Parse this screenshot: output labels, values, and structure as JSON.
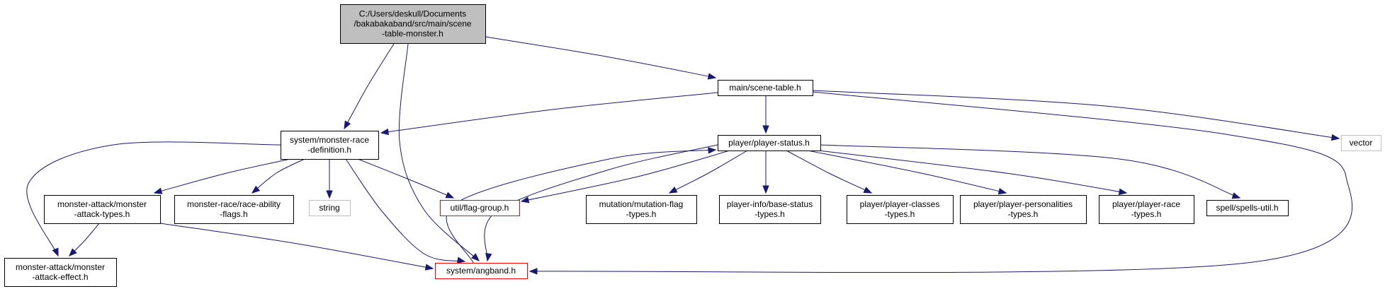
{
  "colors": {
    "edge": "#191970",
    "root_fill": "#bfbfbf",
    "normal_border": "#000000",
    "truncated_border": "#ff0000",
    "external_border": "#bfbfbf",
    "box_fill": "#ffffff"
  },
  "nodes": [
    {
      "id": "root",
      "kind": "root",
      "lines": [
        "C:/Users/deskull/Documents",
        "/bakabakaband/src/main/scene",
        "-table-monster.h"
      ]
    },
    {
      "id": "scene_table",
      "kind": "normal",
      "lines": [
        "main/scene-table.h"
      ]
    },
    {
      "id": "mon_race_def",
      "kind": "normal",
      "lines": [
        "system/monster-race",
        "-definition.h"
      ]
    },
    {
      "id": "player_status",
      "kind": "normal",
      "lines": [
        "player/player-status.h"
      ]
    },
    {
      "id": "vector",
      "kind": "external",
      "lines": [
        "vector"
      ]
    },
    {
      "id": "mon_attack_types",
      "kind": "normal",
      "lines": [
        "monster-attack/monster",
        "-attack-types.h"
      ]
    },
    {
      "id": "race_ability_flags",
      "kind": "normal",
      "lines": [
        "monster-race/race-ability",
        "-flags.h"
      ]
    },
    {
      "id": "string",
      "kind": "external",
      "lines": [
        "string"
      ]
    },
    {
      "id": "flag_group",
      "kind": "truncated",
      "lines": [
        "util/flag-group.h"
      ]
    },
    {
      "id": "mutation_flag_types",
      "kind": "normal",
      "lines": [
        "mutation/mutation-flag",
        "-types.h"
      ]
    },
    {
      "id": "base_status_types",
      "kind": "normal",
      "lines": [
        "player-info/base-status",
        "-types.h"
      ]
    },
    {
      "id": "player_classes_types",
      "kind": "normal",
      "lines": [
        "player/player-classes",
        "-types.h"
      ]
    },
    {
      "id": "player_personalities_types",
      "kind": "normal",
      "lines": [
        "player/player-personalities",
        "-types.h"
      ]
    },
    {
      "id": "player_race_types",
      "kind": "normal",
      "lines": [
        "player/player-race",
        "-types.h"
      ]
    },
    {
      "id": "spells_util",
      "kind": "normal",
      "lines": [
        "spell/spells-util.h"
      ]
    },
    {
      "id": "mon_attack_effect",
      "kind": "normal",
      "lines": [
        "monster-attack/monster",
        "-attack-effect.h"
      ]
    },
    {
      "id": "angband",
      "kind": "truncated",
      "lines": [
        "system/angband.h"
      ]
    }
  ],
  "edges": [
    {
      "from": "root",
      "to": "scene_table"
    },
    {
      "from": "root",
      "to": "mon_race_def"
    },
    {
      "from": "root",
      "to": "angband"
    },
    {
      "from": "scene_table",
      "to": "mon_race_def"
    },
    {
      "from": "scene_table",
      "to": "player_status"
    },
    {
      "from": "scene_table",
      "to": "vector"
    },
    {
      "from": "scene_table",
      "to": "angband"
    },
    {
      "from": "mon_race_def",
      "to": "mon_attack_types"
    },
    {
      "from": "mon_race_def",
      "to": "race_ability_flags"
    },
    {
      "from": "mon_race_def",
      "to": "string"
    },
    {
      "from": "mon_race_def",
      "to": "flag_group"
    },
    {
      "from": "mon_race_def",
      "to": "mon_attack_effect"
    },
    {
      "from": "mon_race_def",
      "to": "angband"
    },
    {
      "from": "player_status",
      "to": "flag_group"
    },
    {
      "from": "player_status",
      "to": "mutation_flag_types"
    },
    {
      "from": "player_status",
      "to": "base_status_types"
    },
    {
      "from": "player_status",
      "to": "player_classes_types"
    },
    {
      "from": "player_status",
      "to": "player_personalities_types"
    },
    {
      "from": "player_status",
      "to": "player_race_types"
    },
    {
      "from": "player_status",
      "to": "spells_util"
    },
    {
      "from": "player_status",
      "to": "angband"
    },
    {
      "from": "mon_attack_types",
      "to": "mon_attack_effect"
    },
    {
      "from": "mon_attack_types",
      "to": "angband"
    },
    {
      "from": "angband",
      "to": "player_status"
    }
  ]
}
